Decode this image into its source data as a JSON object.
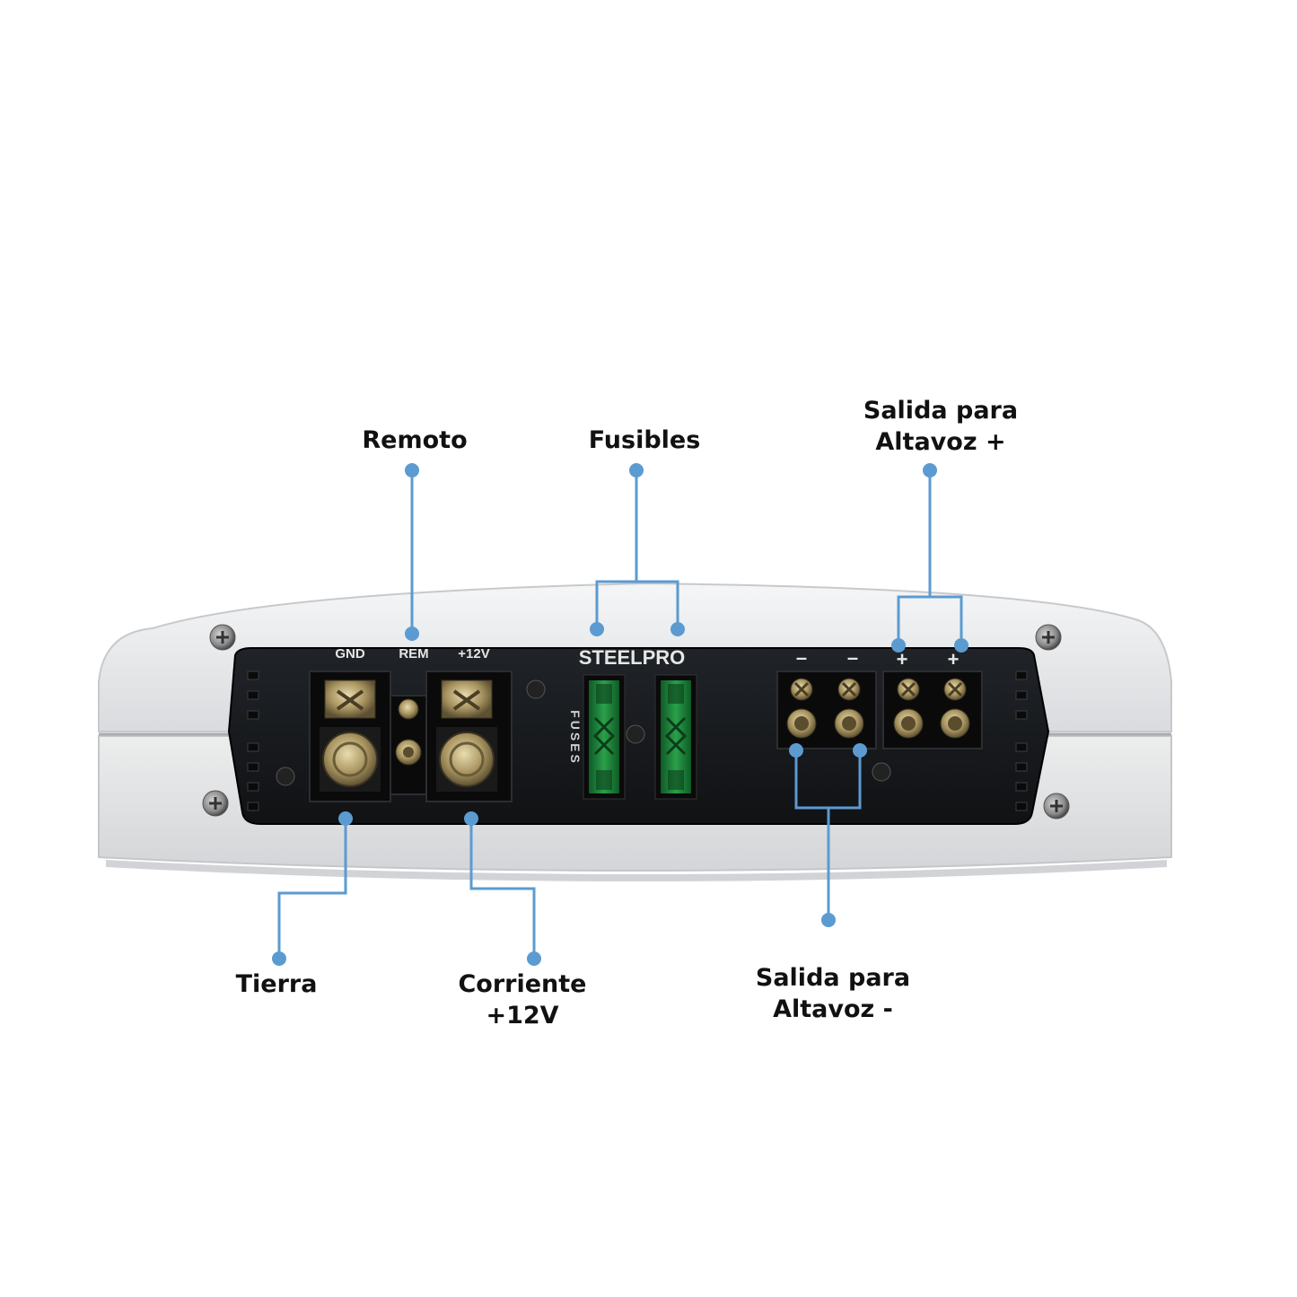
{
  "colors": {
    "callout_line": "#5b9bd1",
    "housing": "#e6e7e9",
    "panel": "#16181b",
    "fuse": "#1f8a3c",
    "terminal_block": "#0a0a0a",
    "brass": "#b9a777"
  },
  "callouts": {
    "remoto": "Remoto",
    "fusibles": "Fusibles",
    "salida_pos_line1": "Salida para",
    "salida_pos_line2": "Altavoz +",
    "tierra": "Tierra",
    "corriente_line1": "Corriente",
    "corriente_line2": "+12V",
    "salida_neg_line1": "Salida para",
    "salida_neg_line2": "Altavoz -"
  },
  "panel_labels": {
    "gnd": "GND",
    "rem": "REM",
    "plus12v": "+12V",
    "brand": "STEELPRO",
    "fuses": "FUSES",
    "minus": "–",
    "plus": "+"
  },
  "icons": {
    "brand_logo": "steelpro-logo-icon",
    "screw": "phillips-screw-icon",
    "fuse": "blade-fuse-icon",
    "terminal": "screw-terminal-icon"
  }
}
